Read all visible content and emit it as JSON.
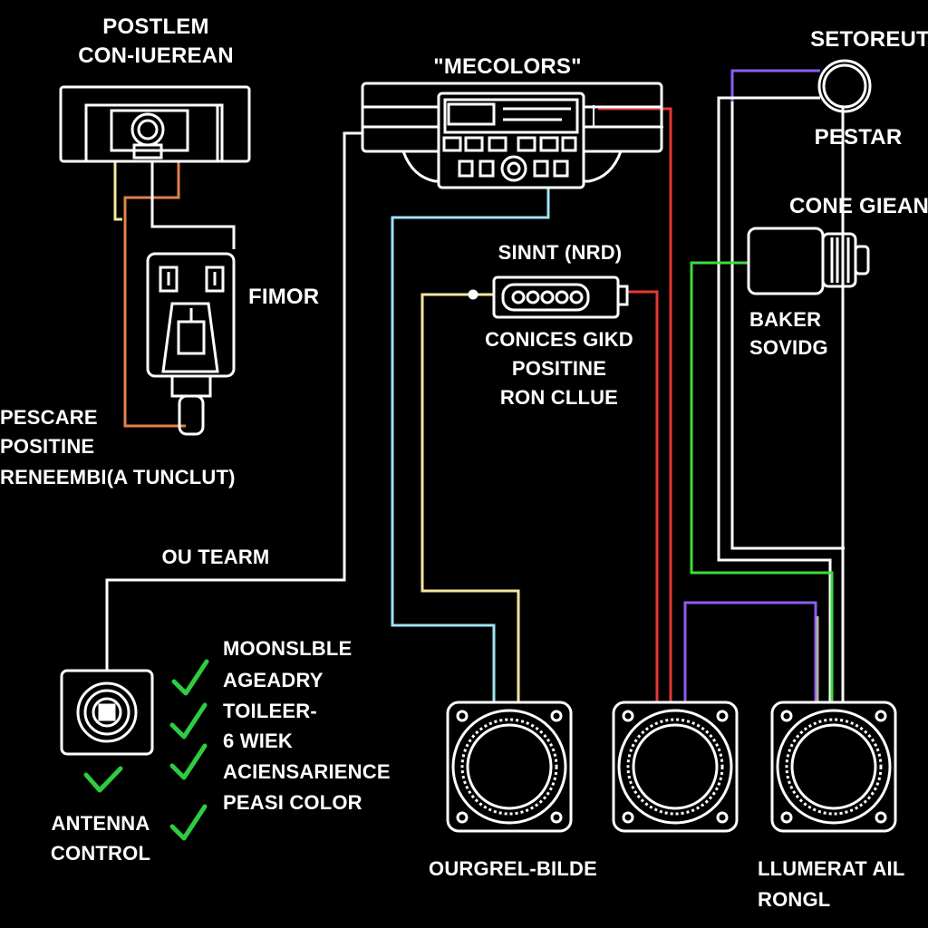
{
  "title": "\"MECOLORS\"",
  "labels": {
    "top_left_line1": "POSTLEM",
    "top_left_line2": "CON-IUEREAN",
    "fimor": "FIMOR",
    "left_line1": "PESCARE",
    "left_line2": "POSITINE",
    "left_line3": "RENEEMBI(A TUNCLUT)",
    "ou_team": "OU TEARM",
    "antenna_line1": "ANTENNA",
    "antenna_line2": "CONTROL",
    "sinnt": "SINNT (NRD)",
    "center_line1": "CONICES GIKD",
    "center_line2": "POSITINE",
    "center_line3": "RON CLLUE",
    "top_right": "SETOREUT",
    "pestar": "PESTAR",
    "cone_giean": "CONE GIEAN",
    "baker_line1": "BAKER",
    "baker_line2": "SOVIDG",
    "speaker1": "OURGREL-BILDE",
    "speaker3_line1": "LLUMERAT AIL",
    "speaker3_line2": "RONGL"
  },
  "checklist": [
    "MOONSLBLE",
    "AGEADRY",
    "TOILEER-",
    "6 WIEK",
    "ACIENSARIENCE",
    "PEASI COLOR"
  ],
  "colors": {
    "background": "#000000",
    "wire_white": "#ffffff",
    "wire_orange": "#e0824a",
    "wire_yellow": "#f3e6a0",
    "wire_cyan": "#9fe3f2",
    "wire_red": "#e53935",
    "wire_purple": "#8e5cf0",
    "wire_green": "#3ddc3d",
    "check_green": "#2ecc40"
  }
}
